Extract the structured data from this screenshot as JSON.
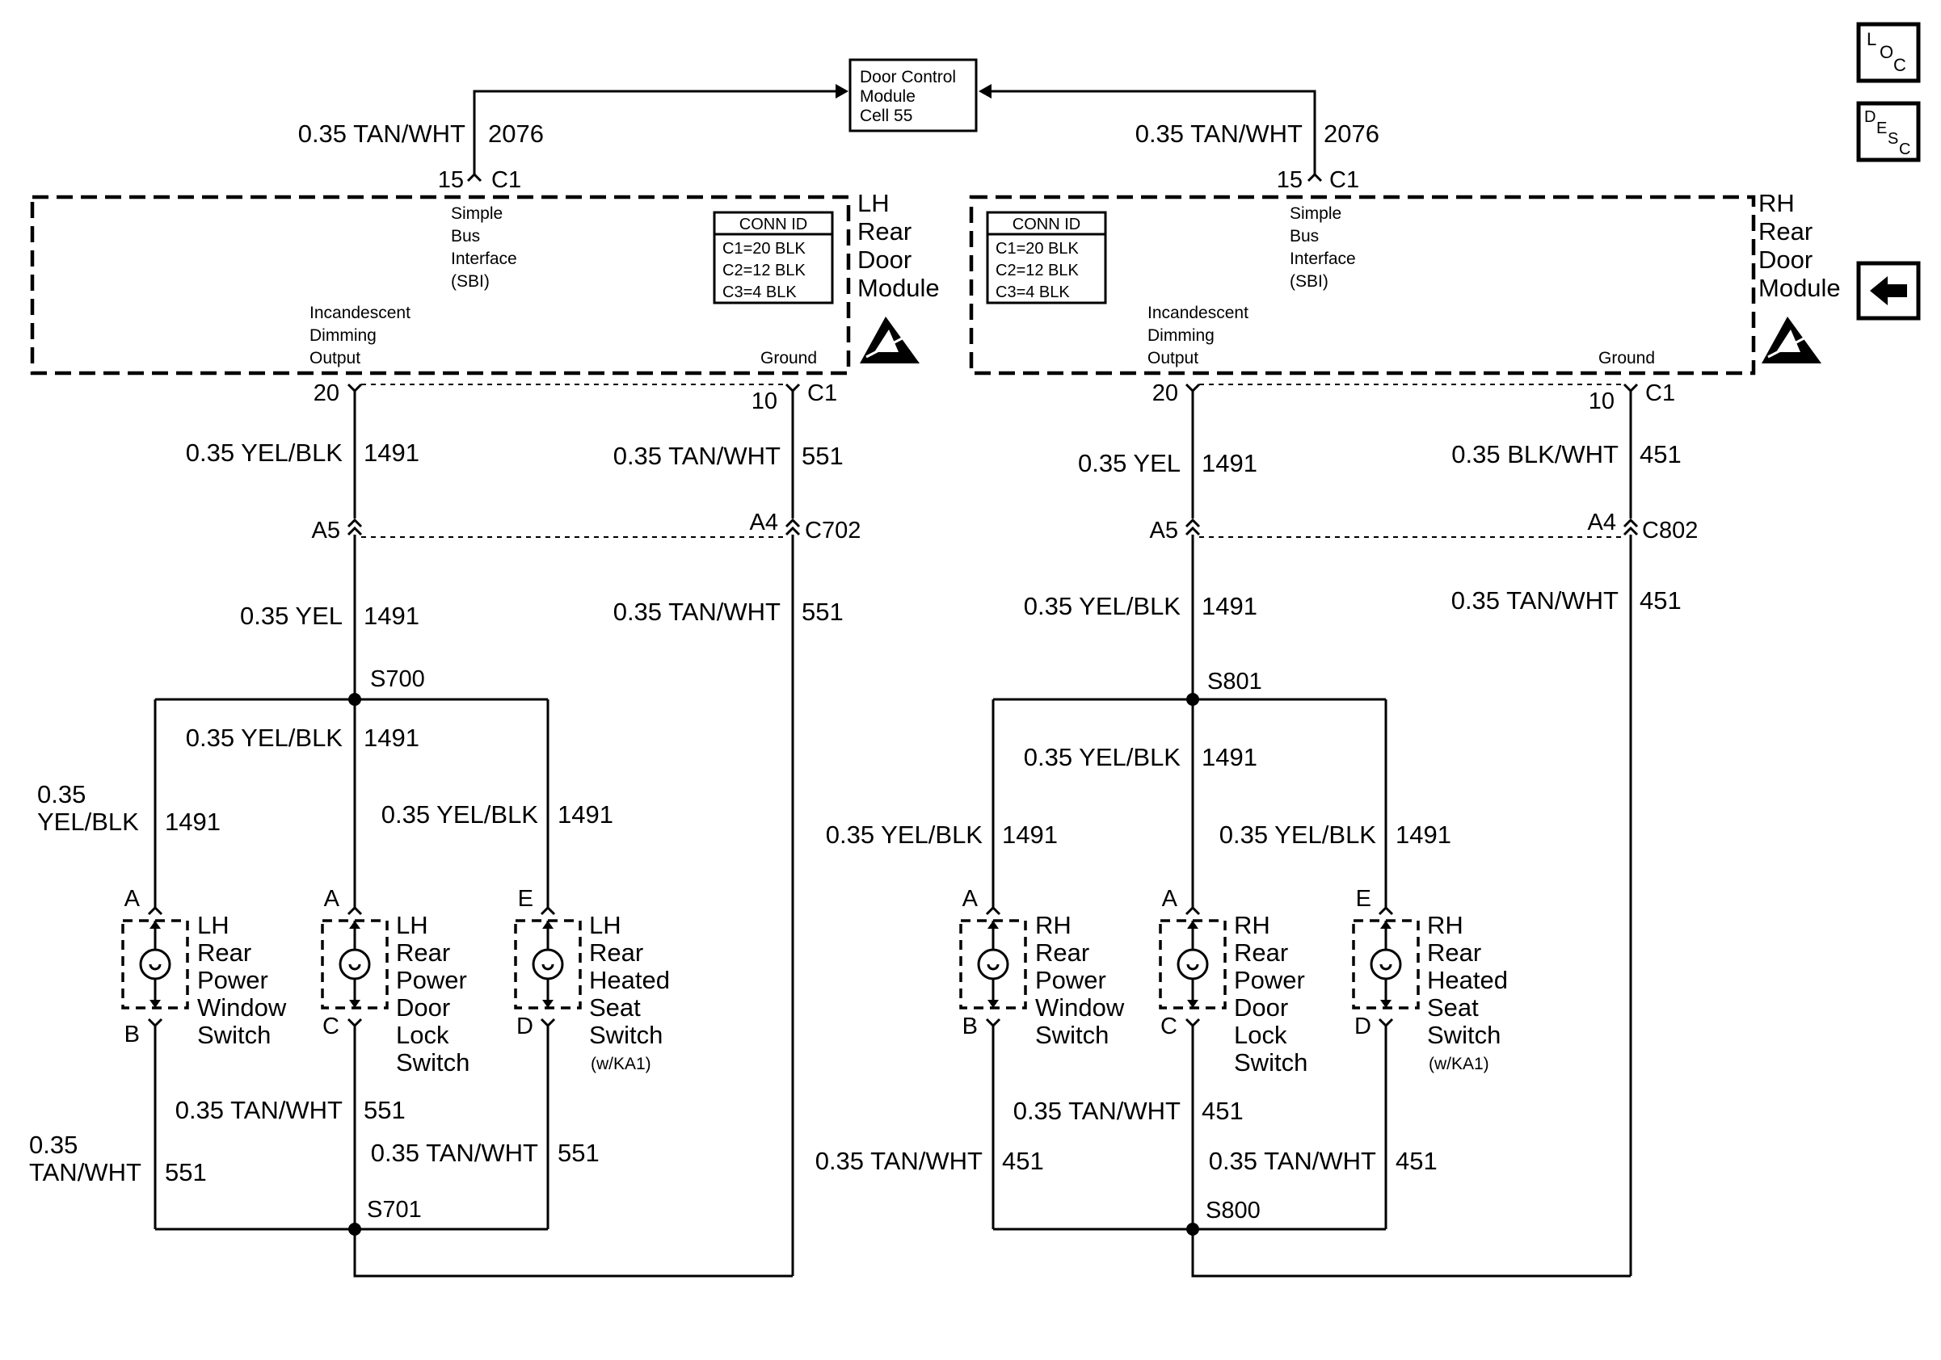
{
  "dcm": {
    "l1": "Door Control",
    "l2": "Module",
    "l3": "Cell 55"
  },
  "lh": {
    "module": {
      "l1": "LH",
      "l2": "Rear",
      "l3": "Door",
      "l4": "Module"
    },
    "sbi_wire": "0.35 TAN/WHT",
    "sbi_circuit": "2076",
    "sbi_pin": "15",
    "sbi_conn": "C1",
    "sbi": {
      "l1": "Simple",
      "l2": "Bus",
      "l3": "Interface",
      "l4": "(SBI)"
    },
    "conn_id": {
      "title": "CONN ID",
      "c1": "C1=20 BLK",
      "c2": "C2=12 BLK",
      "c3": "C3=4 BLK"
    },
    "ido": {
      "l1": "Incandescent",
      "l2": "Dimming",
      "l3": "Output"
    },
    "ground": "Ground",
    "pin20": "20",
    "pin10": "10",
    "pin_conn": "C1",
    "w1_color": "0.35 YEL/BLK",
    "w1_circ": "1491",
    "w2_color": "0.35 TAN/WHT",
    "w2_circ": "551",
    "inline_a5": "A5",
    "inline_a4": "A4",
    "inline_conn": "C702",
    "w3_color": "0.35 YEL",
    "w3_circ": "1491",
    "w4_color": "0.35 TAN/WHT",
    "w4_circ": "551",
    "splice_top": "S700",
    "b_mid_color": "0.35 YEL/BLK",
    "b_mid_circ": "1491",
    "b_left_c1": "0.35",
    "b_left_c2": "YEL/BLK",
    "b_left_circ": "1491",
    "b_right_color": "0.35 YEL/BLK",
    "b_right_circ": "1491",
    "sw1": {
      "pin_top": "A",
      "pin_bot": "B",
      "l1": "LH",
      "l2": "Rear",
      "l3": "Power",
      "l4": "Window",
      "l5": "Switch"
    },
    "sw2": {
      "pin_top": "A",
      "pin_bot": "C",
      "l1": "LH",
      "l2": "Rear",
      "l3": "Power",
      "l4": "Door",
      "l5": "Lock",
      "l6": "Switch"
    },
    "sw3": {
      "pin_top": "E",
      "pin_bot": "D",
      "l1": "LH",
      "l2": "Rear",
      "l3": "Heated",
      "l4": "Seat",
      "l5": "Switch",
      "l6": "(w/KA1)"
    },
    "g_mid_color": "0.35 TAN/WHT",
    "g_mid_circ": "551",
    "g_left_c1": "0.35",
    "g_left_c2": "TAN/WHT",
    "g_left_circ": "551",
    "g_right_color": "0.35 TAN/WHT",
    "g_right_circ": "551",
    "splice_bot": "S701"
  },
  "rh": {
    "module": {
      "l1": "RH",
      "l2": "Rear",
      "l3": "Door",
      "l4": "Module"
    },
    "sbi_wire": "0.35 TAN/WHT",
    "sbi_circuit": "2076",
    "sbi_pin": "15",
    "sbi_conn": "C1",
    "sbi": {
      "l1": "Simple",
      "l2": "Bus",
      "l3": "Interface",
      "l4": "(SBI)"
    },
    "conn_id": {
      "title": "CONN ID",
      "c1": "C1=20 BLK",
      "c2": "C2=12 BLK",
      "c3": "C3=4 BLK"
    },
    "ido": {
      "l1": "Incandescent",
      "l2": "Dimming",
      "l3": "Output"
    },
    "ground": "Ground",
    "pin20": "20",
    "pin10": "10",
    "pin_conn": "C1",
    "w1_color": "0.35 YEL",
    "w1_circ": "1491",
    "w2_color": "0.35 BLK/WHT",
    "w2_circ": "451",
    "inline_a5": "A5",
    "inline_a4": "A4",
    "inline_conn": "C802",
    "w3_color": "0.35 YEL/BLK",
    "w3_circ": "1491",
    "w4_color": "0.35 TAN/WHT",
    "w4_circ": "451",
    "splice_top": "S801",
    "b_mid_color": "0.35 YEL/BLK",
    "b_mid_circ": "1491",
    "b_left_color": "0.35 YEL/BLK",
    "b_left_circ": "1491",
    "b_right_color": "0.35 YEL/BLK",
    "b_right_circ": "1491",
    "sw1": {
      "pin_top": "A",
      "pin_bot": "B",
      "l1": "RH",
      "l2": "Rear",
      "l3": "Power",
      "l4": "Window",
      "l5": "Switch"
    },
    "sw2": {
      "pin_top": "A",
      "pin_bot": "C",
      "l1": "RH",
      "l2": "Rear",
      "l3": "Power",
      "l4": "Door",
      "l5": "Lock",
      "l6": "Switch"
    },
    "sw3": {
      "pin_top": "E",
      "pin_bot": "D",
      "l1": "RH",
      "l2": "Rear",
      "l3": "Heated",
      "l4": "Seat",
      "l5": "Switch",
      "l6": "(w/KA1)"
    },
    "g_mid_color": "0.35 TAN/WHT",
    "g_mid_circ": "451",
    "g_left_color": "0.35 TAN/WHT",
    "g_left_circ": "451",
    "g_right_color": "0.35 TAN/WHT",
    "g_right_circ": "451",
    "splice_bot": "S800"
  },
  "nav": {
    "loc": {
      "a": "L",
      "b": "O",
      "c": "C"
    },
    "desc": {
      "a": "D",
      "b": "E",
      "c": "S",
      "d": "C"
    },
    "back_icon": "left-arrow-icon"
  }
}
